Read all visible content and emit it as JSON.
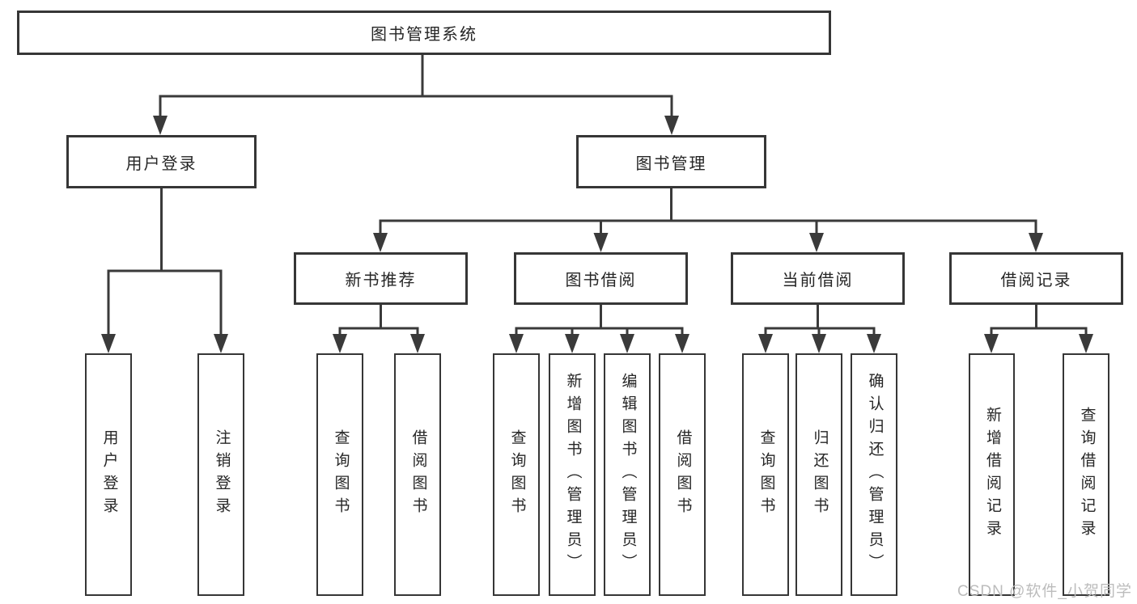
{
  "diagram": {
    "root": {
      "label": "图书管理系统",
      "children": [
        {
          "label": "用户登录",
          "children": [
            {
              "label": "用户登录"
            },
            {
              "label": "注销登录"
            }
          ]
        },
        {
          "label": "图书管理",
          "children": [
            {
              "label": "新书推荐",
              "children": [
                {
                  "label": "查询图书"
                },
                {
                  "label": "借阅图书"
                }
              ]
            },
            {
              "label": "图书借阅",
              "children": [
                {
                  "label": "查询图书"
                },
                {
                  "label": "新增图书（管理员）"
                },
                {
                  "label": "编辑图书（管理员）"
                },
                {
                  "label": "借阅图书"
                }
              ]
            },
            {
              "label": "当前借阅",
              "children": [
                {
                  "label": "查询图书"
                },
                {
                  "label": "归还图书"
                },
                {
                  "label": "确认归还（管理员）"
                }
              ]
            },
            {
              "label": "借阅记录",
              "children": [
                {
                  "label": "新增借阅记录"
                },
                {
                  "label": "查询借阅记录"
                }
              ]
            }
          ]
        }
      ]
    },
    "colors": {
      "line": "#3a3a3a",
      "box_border": "#363636",
      "text": "#262626",
      "background": "#ffffff",
      "watermark": "#bcbcbc"
    },
    "watermark": {
      "text": "CSDN @软件_小贺同学"
    }
  }
}
